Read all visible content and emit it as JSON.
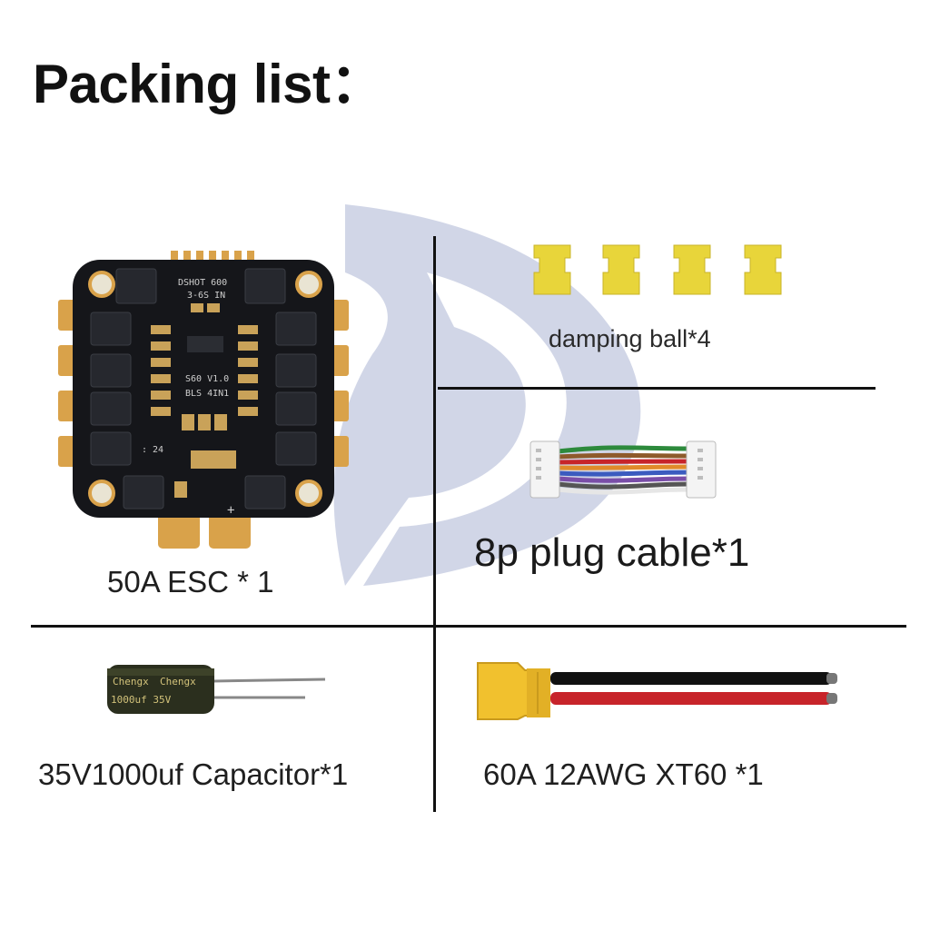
{
  "title": "Packing list：",
  "items": {
    "esc": {
      "label": "50A ESC  * 1",
      "board_text_1": "DSHOT 600",
      "board_text_2": "3-6S IN",
      "board_text_3": "S60 V1.0",
      "board_text_4": "BLS 4IN1",
      "board_text_5": ": 24",
      "board_text_6": "+"
    },
    "damping": {
      "label": "damping ball*4",
      "count": 4
    },
    "cable": {
      "label": "8p plug cable*1"
    },
    "capacitor": {
      "label": "35V1000uf Capacitor*1",
      "brand_text": "Chengx",
      "value_text": "1000uf 35V"
    },
    "xt60": {
      "label": "60A 12AWG XT60  *1"
    }
  },
  "colors": {
    "watermark": "#c9cfe3",
    "pcb": "#15161a",
    "gold": "#d9a24a",
    "damping": "#e8d53a",
    "capacitor": "#2b2f1e",
    "xt60": "#f1c12e",
    "wire_black": "#111111",
    "wire_red": "#c7242a"
  }
}
